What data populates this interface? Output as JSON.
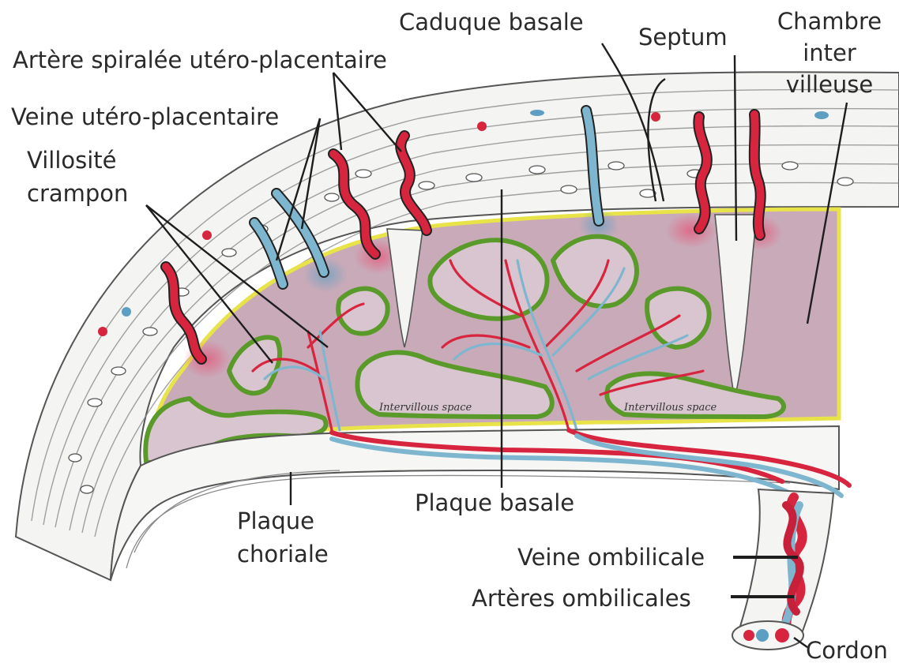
{
  "labels": {
    "caduque_basale": "Caduque basale",
    "septum": "Septum",
    "chambre_line1": "Chambre",
    "chambre_line2": "inter",
    "chambre_line3": "villeuse",
    "artere_spiralee": "Artère spiralée utéro-placentaire",
    "veine_utero": "Veine utéro-placentaire",
    "villosite_line1": "Villosité",
    "villosite_line2": "crampon",
    "plaque_choriale_line1": "Plaque",
    "plaque_choriale_line2": "choriale",
    "plaque_basale": "Plaque basale",
    "veine_ombilicale": "Veine ombilicale",
    "arteres_ombilicales": "Artères ombilicales",
    "cordon": "Cordon",
    "intervillous_left": "Intervillous   space",
    "intervillous_right": "Intervillous          space"
  },
  "colors": {
    "artery_red": "#d8253f",
    "vein_blue": "#7fb6cf",
    "villous_green": "#5a9a2a",
    "decidua_yellow": "#e9e34a",
    "intervillous_mauve": "#c9aab8",
    "tissue_line": "#6f6f6f"
  }
}
